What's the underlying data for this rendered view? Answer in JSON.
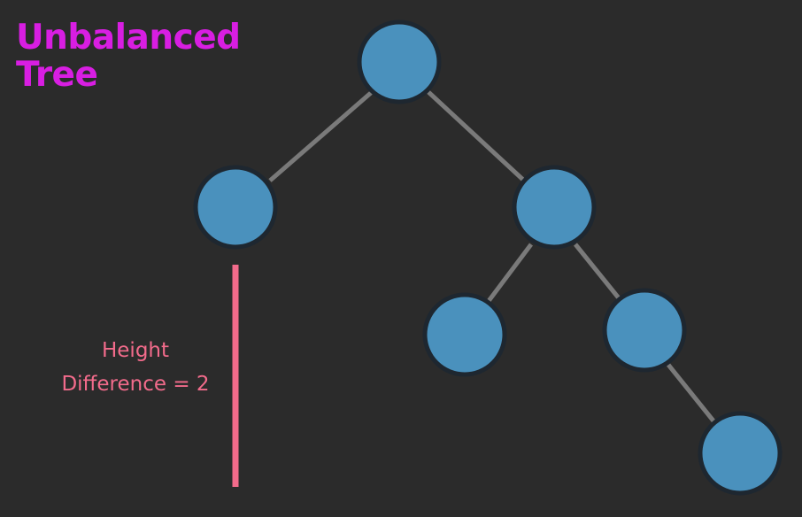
{
  "title": {
    "line1": "Unbalanced",
    "line2": "Tree"
  },
  "annotation": {
    "line1": "Height",
    "line2": "Difference = 2"
  },
  "colors": {
    "background": "#2b2b2b",
    "node_fill": "#4a91bd",
    "node_ring": "#1e2730",
    "edge": "#7a7a7a",
    "title": "#d81ee2",
    "annotation": "#f26b8b"
  }
}
